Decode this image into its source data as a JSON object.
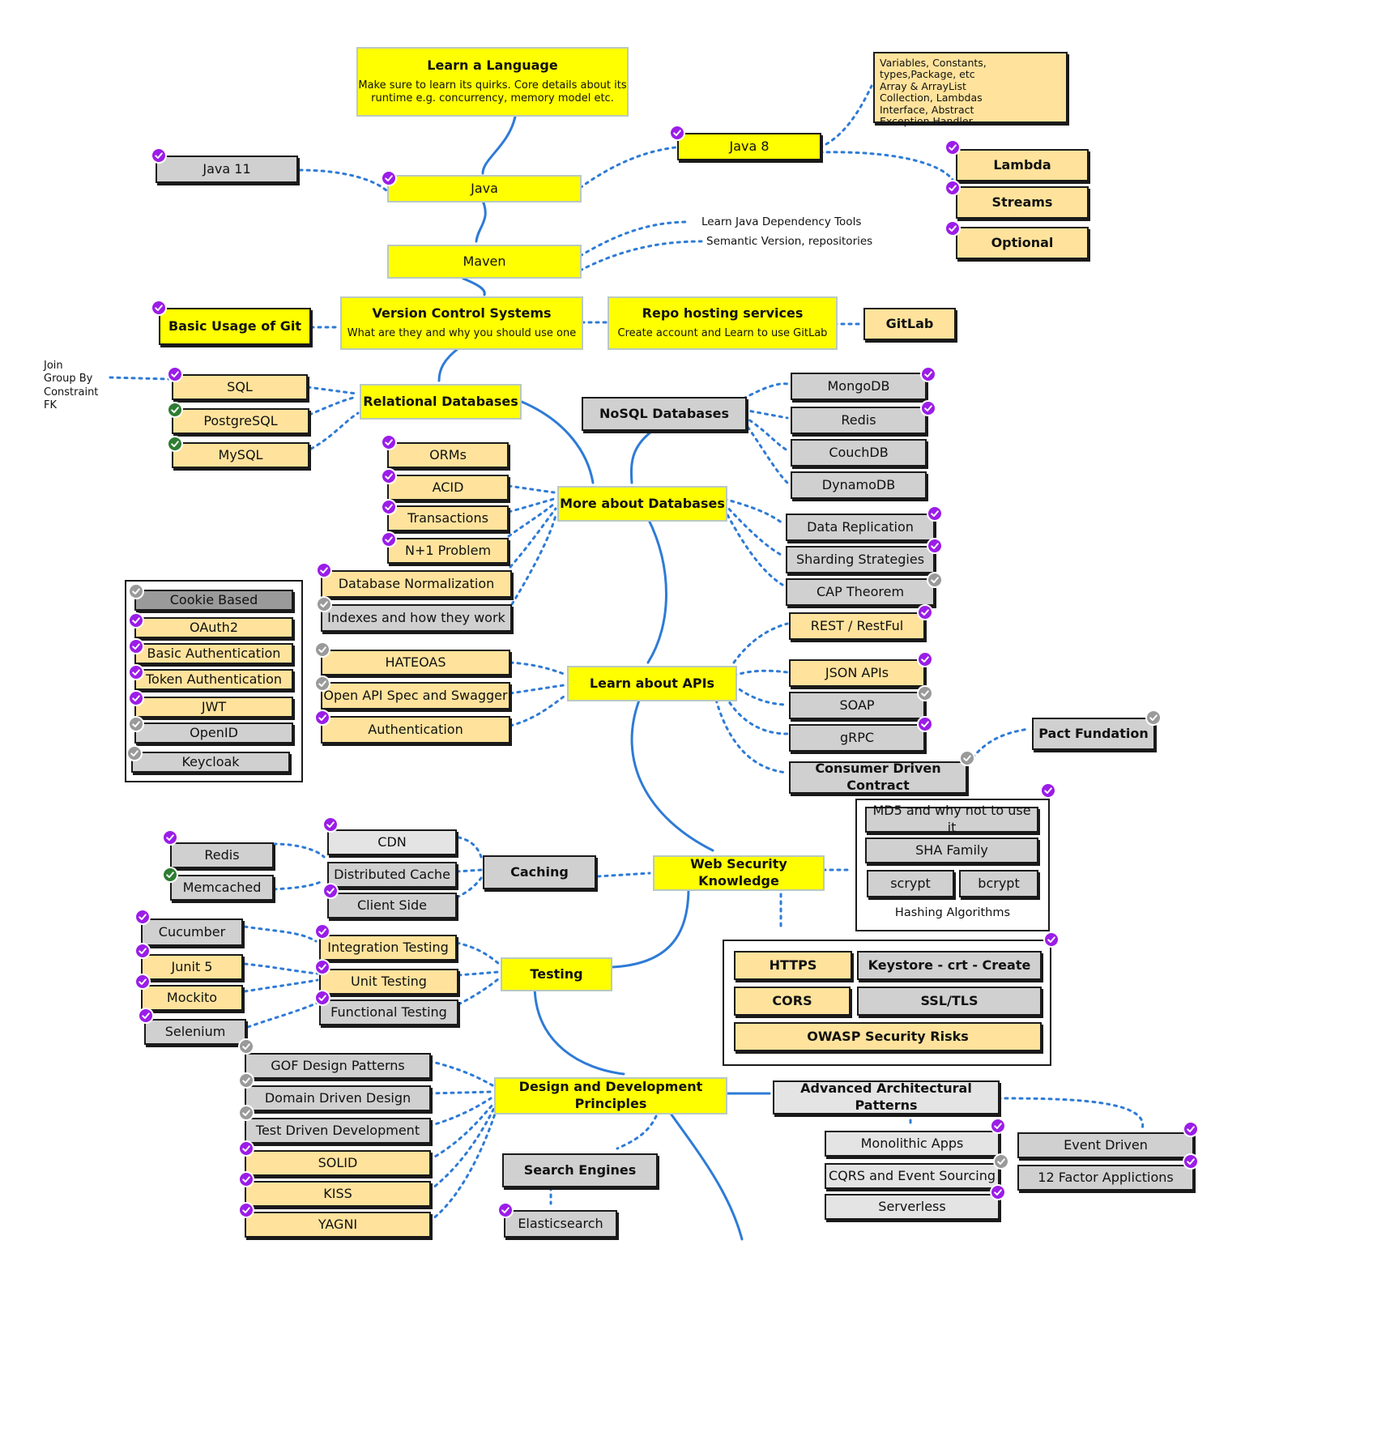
{
  "colors": {
    "connector": "#2e7bd6",
    "highlight_yellow": "#ffff00",
    "recommended_orange": "#ffe39c",
    "optional_gray": "#d0d0d0",
    "check_done_purple": "#9b1de8",
    "check_alt_green": "#2e7d32",
    "check_pending_gray": "#9a9a9a"
  },
  "nodes": {
    "learn_language": {
      "title": "Learn a Language",
      "subtitle": "Make sure to learn its quirks. Core details about its\nruntime e.g. concurrency, memory model etc."
    },
    "java": "Java",
    "java11": "Java 11",
    "java8": "Java 8",
    "java8_note": "Variables, Constants, types,Package, etc\nArray & ArrayList\nCollection, Lambdas\nInterface, Abstract\nException Handler",
    "lambda": "Lambda",
    "streams": "Streams",
    "optional": "Optional",
    "maven": "Maven",
    "maven_note1": "Learn Java Dependency Tools",
    "maven_note2": "Semantic Version, repositories",
    "vcs": {
      "title": "Version Control Systems",
      "subtitle": "What are they and why you should use one"
    },
    "git_basic": "Basic Usage of Git",
    "repo_hosting": {
      "title": "Repo hosting services",
      "subtitle": "Create account and Learn to use GitLab"
    },
    "gitlab": "GitLab",
    "sql_note": "Join\nGroup By\nConstraint\nFK",
    "sql": "SQL",
    "postgresql": "PostgreSQL",
    "mysql": "MySQL",
    "relational_db": "Relational Databases",
    "nosql_db": "NoSQL Databases",
    "mongodb": "MongoDB",
    "redis_nosql": "Redis",
    "couchdb": "CouchDB",
    "dynamodb": "DynamoDB",
    "orms": "ORMs",
    "acid": "ACID",
    "transactions": "Transactions",
    "n_plus_one": "N+1 Problem",
    "db_normalization": "Database Normalization",
    "indexes": "Indexes and how they work",
    "more_db": "More about Databases",
    "data_replication": "Data Replication",
    "sharding": "Sharding Strategies",
    "cap": "CAP Theorem",
    "cookie_based": "Cookie Based",
    "oauth2": "OAuth2",
    "basic_auth": "Basic Authentication",
    "token_auth": "Token Authentication",
    "jwt": "JWT",
    "openid": "OpenID",
    "keycloak": "Keycloak",
    "hateoas": "HATEOAS",
    "openapi": "Open API Spec and Swagger",
    "authentication": "Authentication",
    "learn_apis": "Learn about APIs",
    "rest": "REST / RestFul",
    "json_apis": "JSON APIs",
    "soap": "SOAP",
    "grpc": "gRPC",
    "cdc": "Consumer Driven Contract",
    "pact": "Pact Fundation",
    "md5": "MD5 and why not to use it",
    "sha": "SHA Family",
    "scrypt": "scrypt",
    "bcrypt": "bcrypt",
    "hashing_label": "Hashing Algorithms",
    "redis_cache": "Redis",
    "memcached": "Memcached",
    "cdn": "CDN",
    "distributed_cache": "Distributed Cache",
    "client_side": "Client Side",
    "caching": "Caching",
    "web_security": "Web Security Knowledge",
    "https": "HTTPS",
    "keystore": "Keystore - crt - Create",
    "cors": "CORS",
    "ssl_tls": "SSL/TLS",
    "owasp": "OWASP Security Risks",
    "cucumber": "Cucumber",
    "junit5": "Junit 5",
    "mockito": "Mockito",
    "selenium": "Selenium",
    "integration_testing": "Integration Testing",
    "unit_testing": "Unit Testing",
    "functional_testing": "Functional Testing",
    "testing": "Testing",
    "gof": "GOF Design Patterns",
    "ddd": "Domain Driven Design",
    "tdd": "Test Driven Development",
    "solid": "SOLID",
    "kiss": "KISS",
    "yagni": "YAGNI",
    "design_principles": "Design and Development Principles",
    "search_engines": "Search Engines",
    "elasticsearch": "Elasticsearch",
    "adv_arch": "Advanced Architectural Patterns",
    "monolithic": "Monolithic Apps",
    "cqrs": "CQRS and Event Sourcing",
    "serverless": "Serverless",
    "event_driven": "Event Driven",
    "twelve_factor": "12 Factor Applictions"
  },
  "legend_status": {
    "done": "purple",
    "alternative": "green",
    "pending": "gray"
  }
}
